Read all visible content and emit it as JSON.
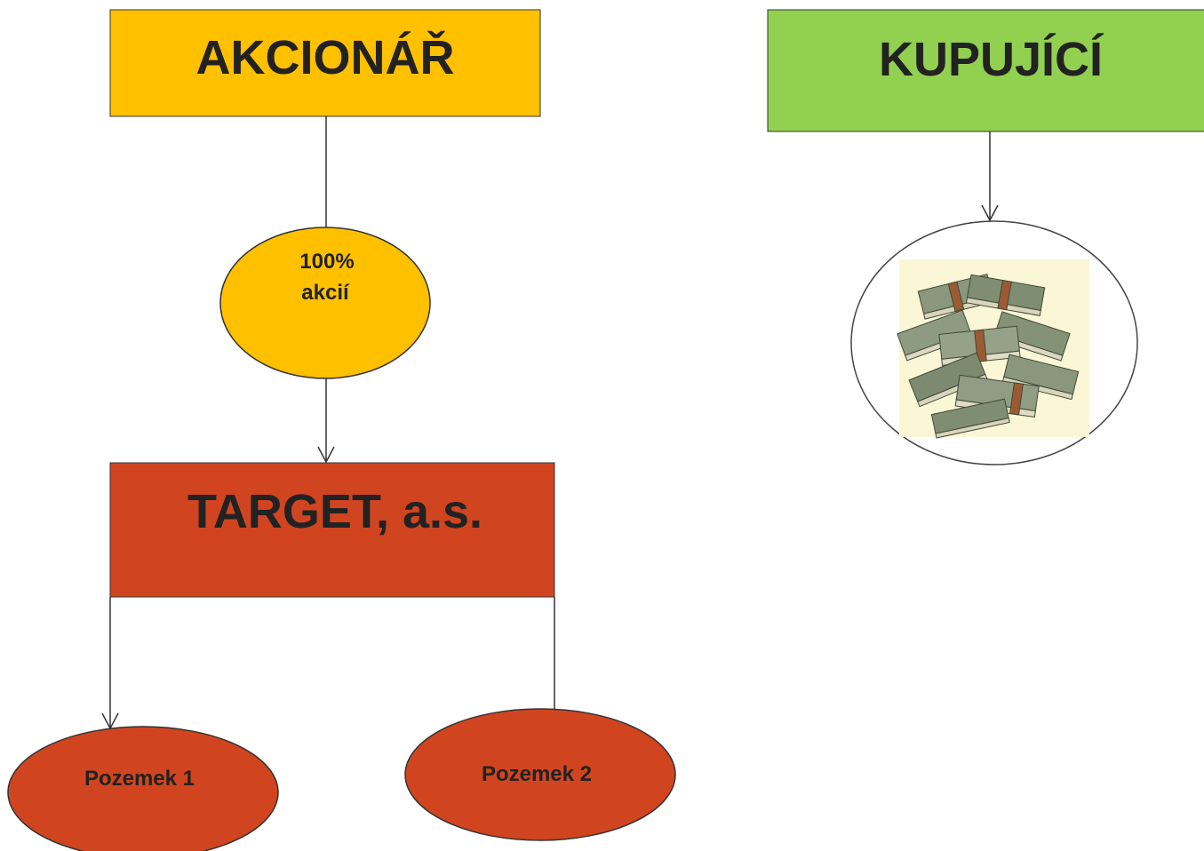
{
  "nodes": {
    "akcionar": {
      "label": "AKCIONÁŘ",
      "color": "#FFC000"
    },
    "kupujici": {
      "label": "KUPUJÍCÍ",
      "color": "#92D050"
    },
    "shares": {
      "line1": "100%",
      "line2": "akcií",
      "color": "#FFC000"
    },
    "target": {
      "label": "TARGET, a.s.",
      "color": "#D04520"
    },
    "pozemek1": {
      "label": "Pozemek 1",
      "color": "#D04520"
    },
    "pozemek2": {
      "label": "Pozemek 2",
      "color": "#D04520"
    },
    "money": {
      "icon": "money-stack-icon"
    }
  },
  "edges": [
    {
      "from": "akcionar",
      "to": "shares",
      "arrow": false
    },
    {
      "from": "shares",
      "to": "target",
      "arrow": true
    },
    {
      "from": "target",
      "to": "pozemek1",
      "arrow": true
    },
    {
      "from": "target",
      "to": "pozemek2",
      "arrow": true
    },
    {
      "from": "kupujici",
      "to": "money",
      "arrow": true
    }
  ]
}
